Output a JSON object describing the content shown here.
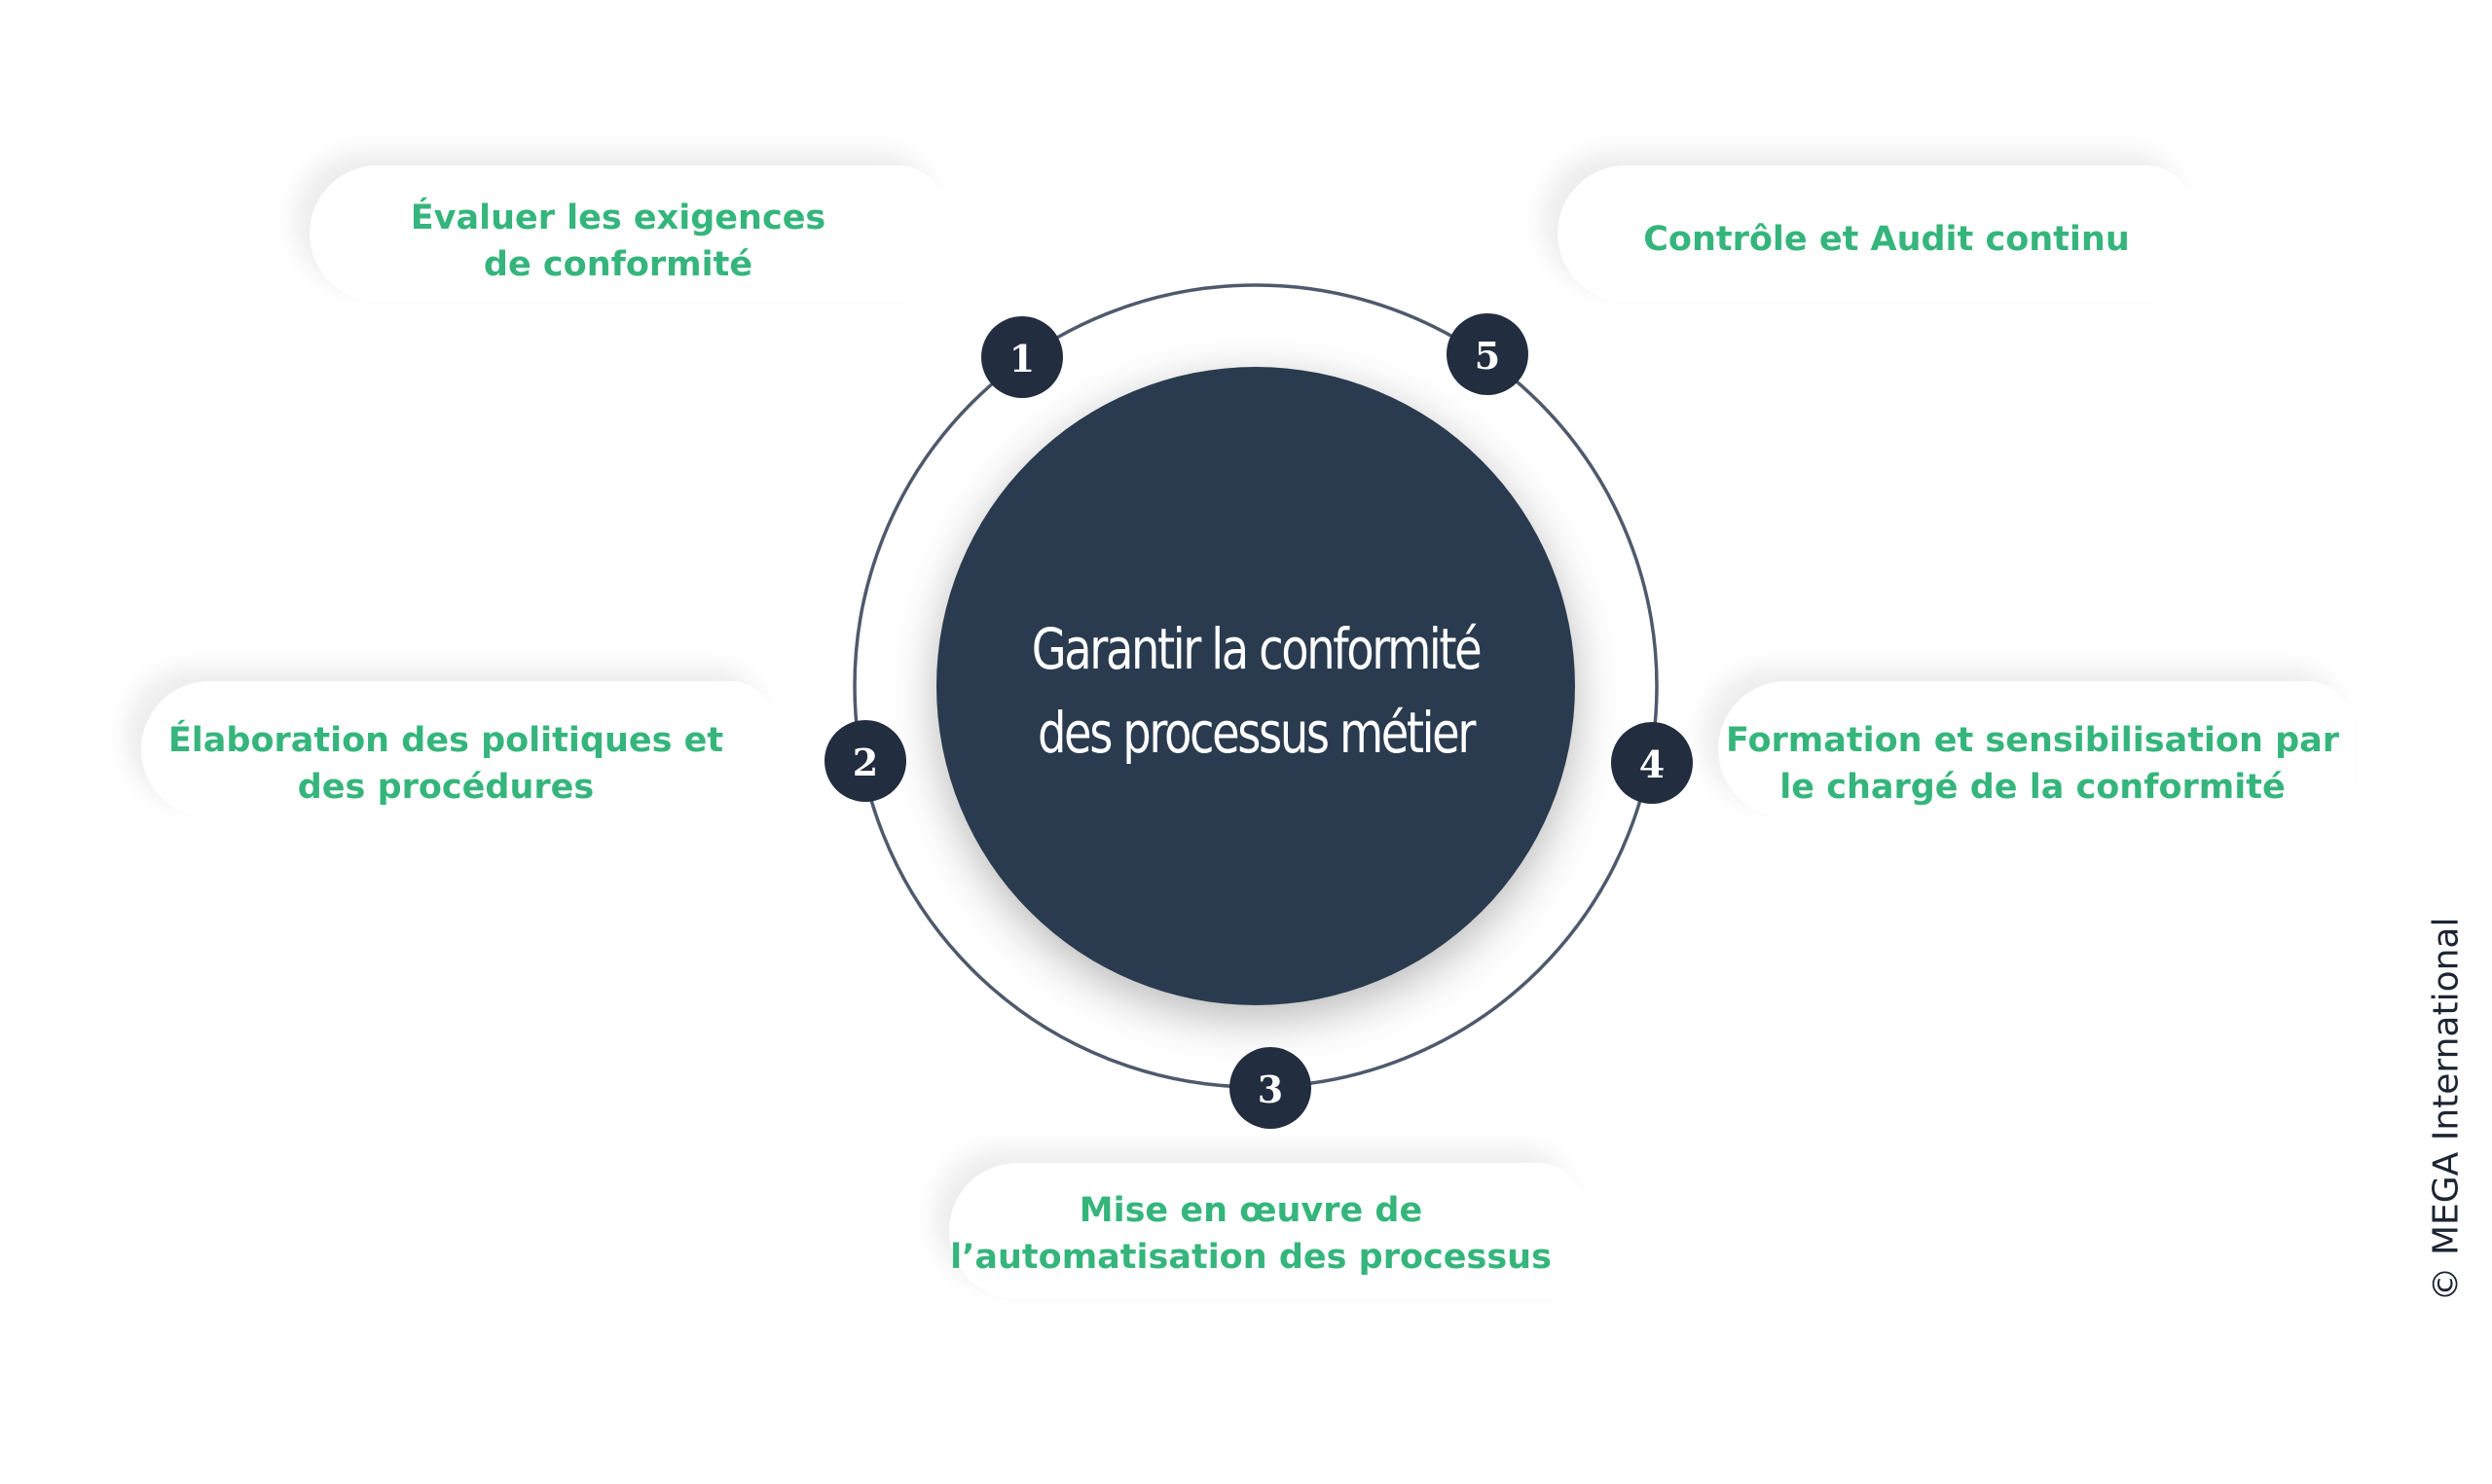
{
  "center": {
    "title_line1": "Garantir la conformité",
    "title_line2": "des processus métier"
  },
  "steps": [
    {
      "number": "1",
      "label_line1": "Évaluer les exigences",
      "label_line2": "de conformité"
    },
    {
      "number": "2",
      "label_line1": "Élaboration des politiques et",
      "label_line2": "des procédures"
    },
    {
      "number": "3",
      "label_line1": "Mise en œuvre de",
      "label_line2": "l’automatisation des processus"
    },
    {
      "number": "4",
      "label_line1": "Formation et sensibilisation par",
      "label_line2": "le chargé de la conformité"
    },
    {
      "number": "5",
      "label_line1": "Contrôle et Audit continu",
      "label_line2": ""
    }
  ],
  "copyright": "© MEGA International",
  "colors": {
    "navy": "#2a3a4f",
    "badge": "#222d3f",
    "ring": "#4e5a6c",
    "accent_green": "#35b57c"
  }
}
